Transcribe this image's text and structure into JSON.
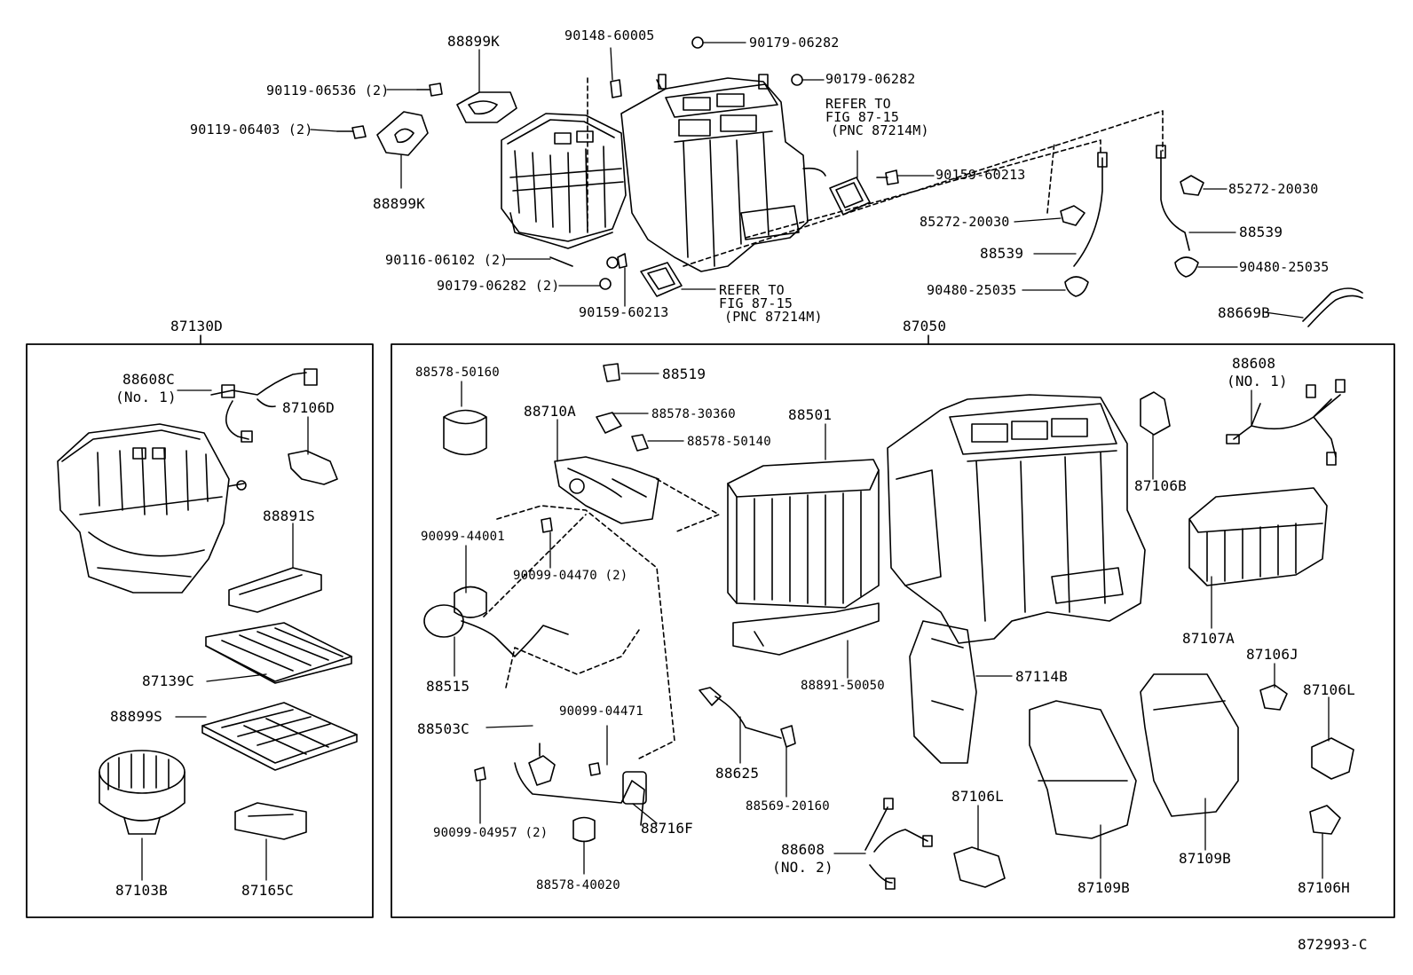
{
  "figure_id": "872993-C",
  "groups": {
    "left": "87130D",
    "right": "87050"
  },
  "refer_note": {
    "line1": "REFER TO",
    "line2": "FIG 87-15",
    "line3": "(PNC 87214M)"
  },
  "labels": {
    "p88899K_a": "88899K",
    "p90148": "90148-60005",
    "p90179_a": "90179-06282",
    "p90179_b": "90179-06282",
    "p90119_06536": "90119-06536 (2)",
    "p90119_06403": "90119-06403 (2)",
    "p88899K_b": "88899K",
    "p90159_a": "90159-60213",
    "p85272_a": "85272-20030",
    "p85272_b": "85272-20030",
    "p88539_a": "88539",
    "p88539_b": "88539",
    "p90116": "90116-06102 (2)",
    "p90179_c": "90179-06282 (2)",
    "p90159_b": "90159-60213",
    "p90480_a": "90480-25035",
    "p90480_b": "90480-25035",
    "p88669B": "88669B",
    "p88608C": "88608C",
    "p88608C_no": "(No. 1)",
    "p87106D": "87106D",
    "p88891S": "88891S",
    "p87139C": "87139C",
    "p88899S": "88899S",
    "p87103B": "87103B",
    "p87165C": "87165C",
    "p88578_50160": "88578-50160",
    "p88519": "88519",
    "p88710A": "88710A",
    "p88578_30360": "88578-30360",
    "p88578_50140": "88578-50140",
    "p88501": "88501",
    "p90099_44001": "90099-44001",
    "p90099_04470": "90099-04470 (2)",
    "p88515": "88515",
    "p88503C": "88503C",
    "p90099_04471": "90099-04471",
    "p90099_04957": "90099-04957 (2)",
    "p88716F": "88716F",
    "p88578_40020": "88578-40020",
    "p88625": "88625",
    "p88569": "88569-20160",
    "p88891_50050": "88891-50050",
    "p88608_no2": "88608",
    "p88608_no2_b": "(NO. 2)",
    "p87106L_a": "87106L",
    "p87114B": "87114B",
    "p87109B_a": "87109B",
    "p87109B_b": "87109B",
    "p88608_no1": "88608",
    "p88608_no1_b": "(NO. 1)",
    "p87106B": "87106B",
    "p87107A": "87107A",
    "p87106J": "87106J",
    "p87106L_b": "87106L",
    "p87106H": "87106H"
  }
}
